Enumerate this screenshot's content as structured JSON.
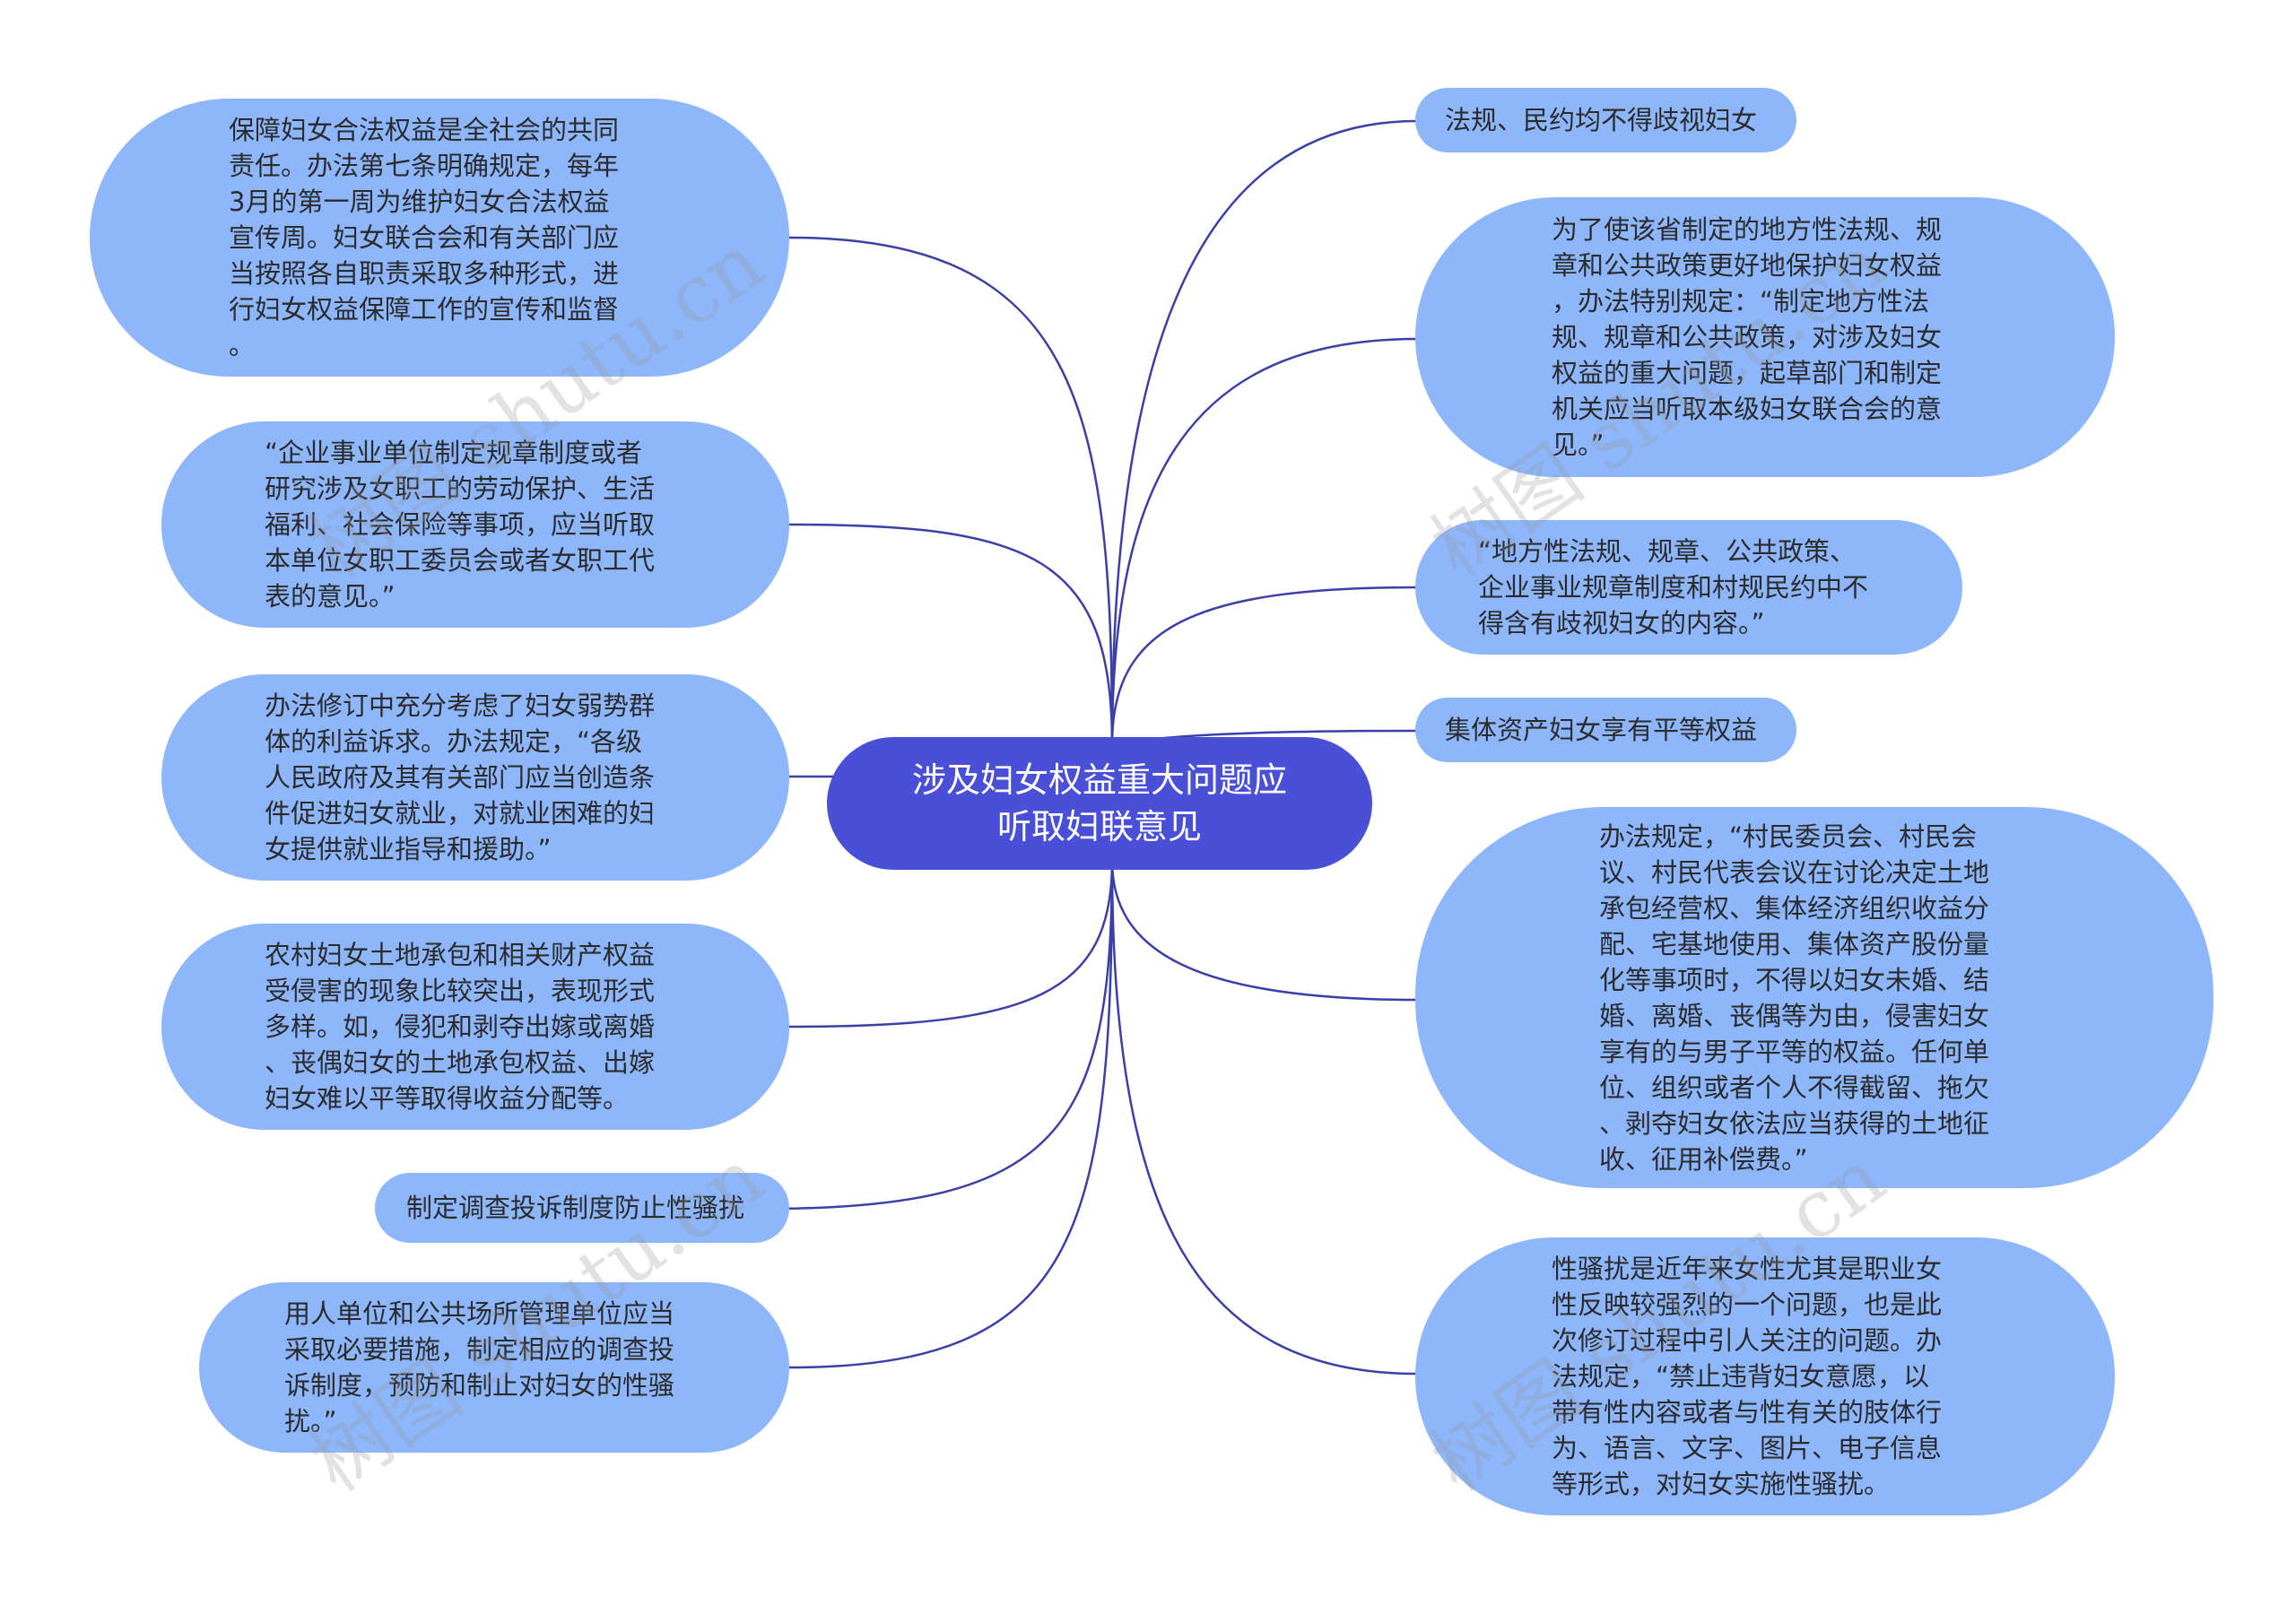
{
  "center": {
    "label": "涉及妇女权益重大问题应\n听取妇联意见"
  },
  "left_nodes": [
    {
      "text": "保障妇女合法权益是全社会的共同\n责任。办法第七条明确规定，每年\n3月的第一周为维护妇女合法权益\n宣传周。妇女联合会和有关部门应\n当按照各自职责采取多种形式，进\n行妇女权益保障工作的宣传和监督\n。"
    },
    {
      "text": "“企业事业单位制定规章制度或者\n研究涉及女职工的劳动保护、生活\n福利、社会保险等事项，应当听取\n本单位女职工委员会或者女职工代\n表的意见。”"
    },
    {
      "text": "办法修订中充分考虑了妇女弱势群\n体的利益诉求。办法规定，“各级\n人民政府及其有关部门应当创造条\n件促进妇女就业，对就业困难的妇\n女提供就业指导和援助。”"
    },
    {
      "text": "农村妇女土地承包和相关财产权益\n受侵害的现象比较突出，表现形式\n多样。如，侵犯和剥夺出嫁或离婚\n、丧偶妇女的土地承包权益、出嫁\n妇女难以平等取得收益分配等。"
    },
    {
      "text": "制定调查投诉制度防止性骚扰"
    },
    {
      "text": "用人单位和公共场所管理单位应当\n采取必要措施，制定相应的调查投\n诉制度，预防和制止对妇女的性骚\n扰。”"
    }
  ],
  "right_nodes": [
    {
      "text": "法规、民约均不得歧视妇女"
    },
    {
      "text": "为了使该省制定的地方性法规、规\n章和公共政策更好地保护妇女权益\n，办法特别规定：“制定地方性法\n规、规章和公共政策，对涉及妇女\n权益的重大问题，起草部门和制定\n机关应当听取本级妇女联合会的意\n见。”"
    },
    {
      "text": "“地方性法规、规章、公共政策、\n企业事业规章制度和村规民约中不\n得含有歧视妇女的内容。”"
    },
    {
      "text": "集体资产妇女享有平等权益"
    },
    {
      "text": "办法规定，“村民委员会、村民会\n议、村民代表会议在讨论决定土地\n承包经营权、集体经济组织收益分\n配、宅基地使用、集体资产股份量\n化等事项时，不得以妇女未婚、结\n婚、离婚、丧偶等为由，侵害妇女\n享有的与男子平等的权益。任何单\n位、组织或者个人不得截留、拖欠\n、剥夺妇女依法应当获得的土地征\n收、征用补偿费。”"
    },
    {
      "text": "性骚扰是近年来女性尤其是职业女\n性反映较强烈的一个问题，也是此\n次修订过程中引人关注的问题。办\n法规定，“禁止违背妇女意愿，以\n带有性内容或者与性有关的肢体行\n为、语言、文字、图片、电子信息\n等形式，对妇女实施性骚扰。"
    }
  ],
  "watermarks": [
    "树图 shutu.cn",
    "树图 shutu.cn",
    "树图 shutu.cn",
    "树图 shutu.cn"
  ],
  "colors": {
    "center_fill": "#4a4fd8",
    "node_fill": "#8db6fb",
    "link": "#3b3fa8"
  }
}
